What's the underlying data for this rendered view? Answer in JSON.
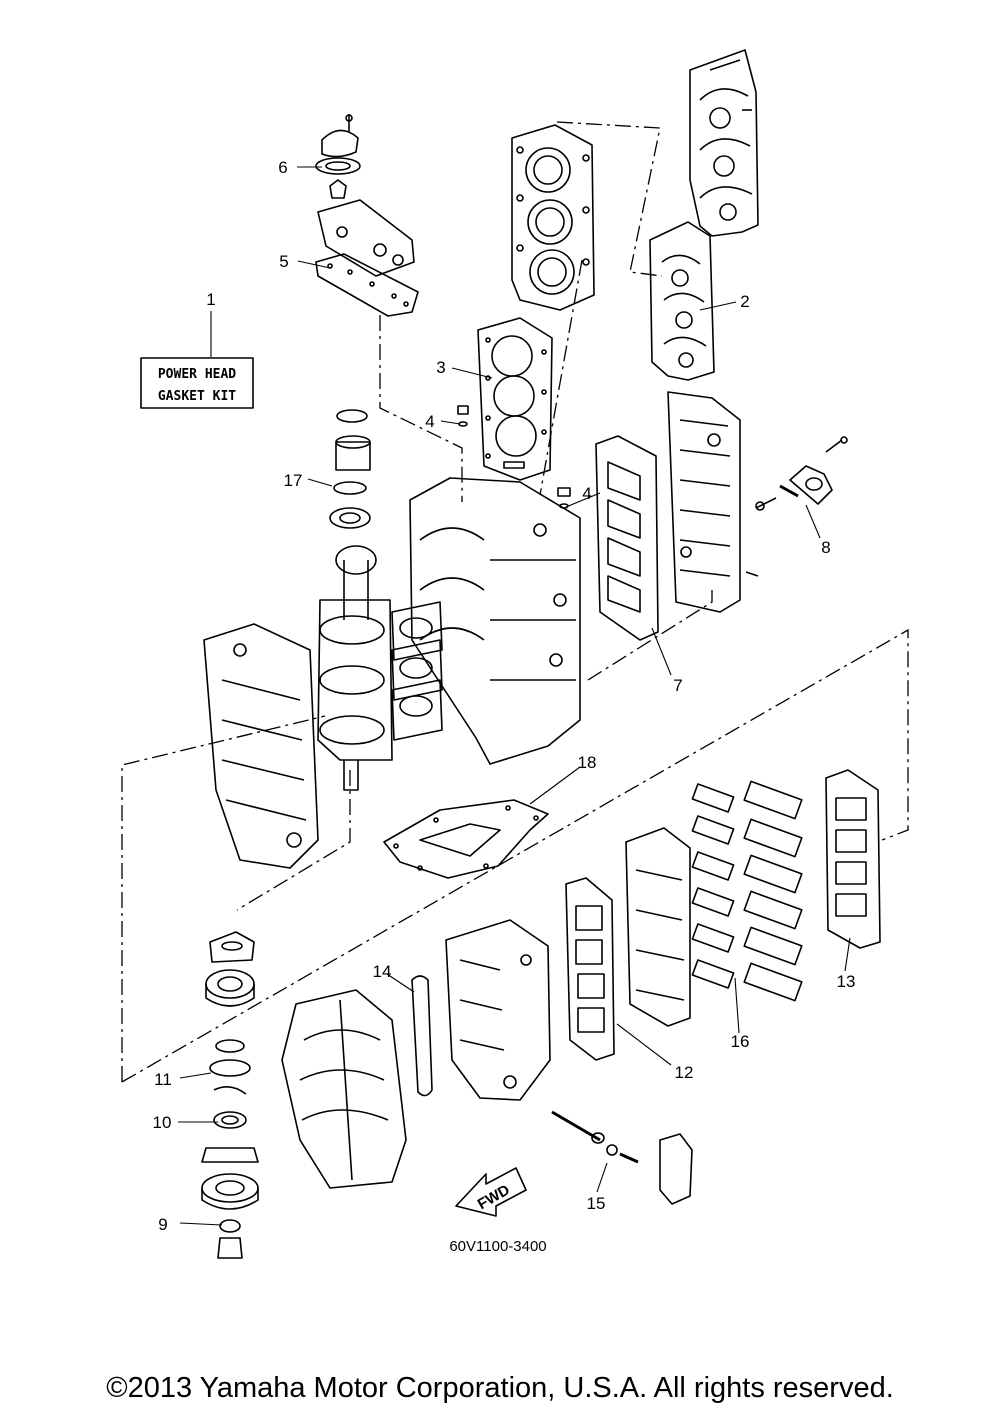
{
  "diagram": {
    "kit_label": [
      "POWER HEAD",
      "GASKET KIT"
    ],
    "part_code": "60V1100-3400",
    "fwd_label": "FWD",
    "callouts": [
      "1",
      "2",
      "3",
      "4",
      "4",
      "5",
      "6",
      "7",
      "8",
      "9",
      "10",
      "11",
      "12",
      "13",
      "14",
      "15",
      "16",
      "17",
      "18"
    ]
  },
  "footer": {
    "copyright": "©2013 Yamaha Motor Corporation, U.S.A. All rights reserved."
  }
}
